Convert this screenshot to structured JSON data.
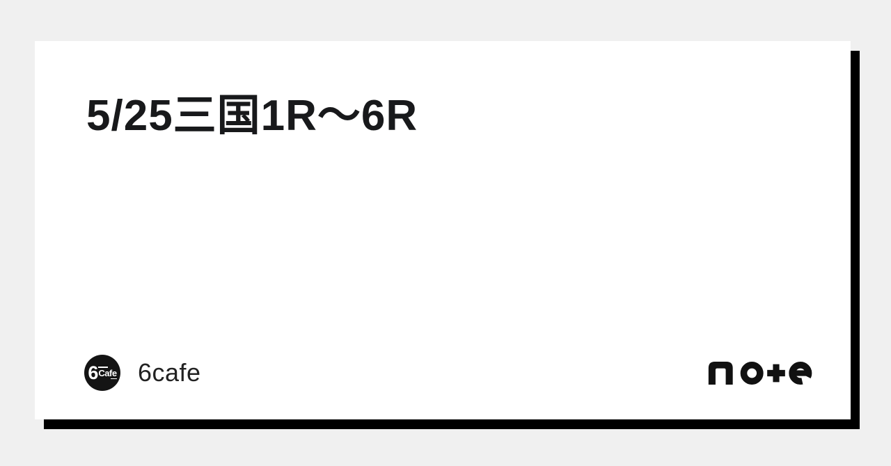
{
  "page": {
    "background_color": "#f0f0f0",
    "card": {
      "background_color": "#ffffff",
      "shadow_color": "#000000",
      "title": "5/25三国1R〜6R",
      "title_color": "#18191b",
      "footer": {
        "author": {
          "name": "6cafe",
          "avatar": {
            "big_char": "6",
            "small_word": "Cafe",
            "background_color": "#141414",
            "text_color": "#ffffff"
          }
        },
        "brand": {
          "name": "note",
          "logo_letters": "no+e",
          "color": "#111111"
        }
      }
    }
  }
}
